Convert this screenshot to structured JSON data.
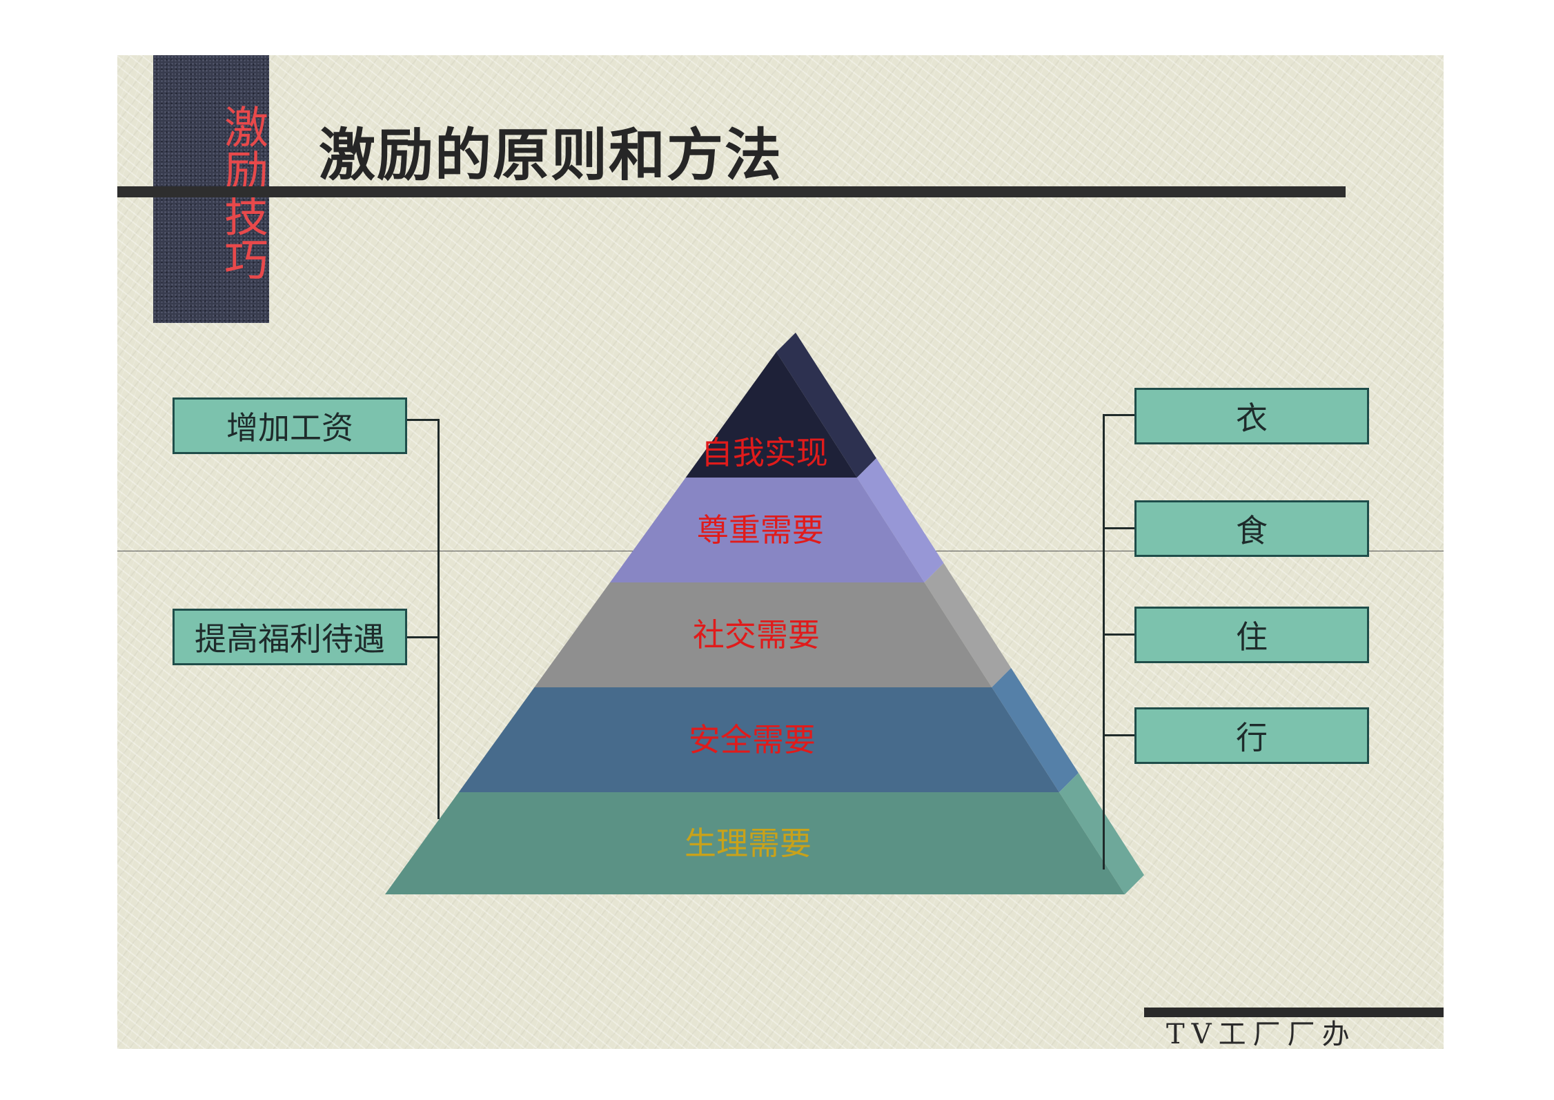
{
  "side_tab": {
    "text": "激励技巧"
  },
  "page_title": "激励的原则和方法",
  "left_boxes": [
    {
      "label": "增加工资"
    },
    {
      "label": "提高福利待遇"
    }
  ],
  "pyramid": {
    "tiers": [
      {
        "label": "自我实现",
        "label_color": "#e01b1b",
        "front": "#1e2138",
        "side": "#2d3150"
      },
      {
        "label": "尊重需要",
        "label_color": "#e01b1b",
        "front": "#8886c4",
        "side": "#9797d6"
      },
      {
        "label": "社交需要",
        "label_color": "#e01b1b",
        "front": "#8f8f8f",
        "side": "#a3a3a3"
      },
      {
        "label": "安全需要",
        "label_color": "#e01b1b",
        "front": "#476b8c",
        "side": "#5580a8"
      },
      {
        "label": "生理需要",
        "label_color": "#c9a21a",
        "front": "#5b9285",
        "side": "#6ea89a"
      }
    ]
  },
  "right_boxes": [
    {
      "label": "衣"
    },
    {
      "label": "食"
    },
    {
      "label": "住"
    },
    {
      "label": "行"
    }
  ],
  "footer": "TV工厂厂办"
}
